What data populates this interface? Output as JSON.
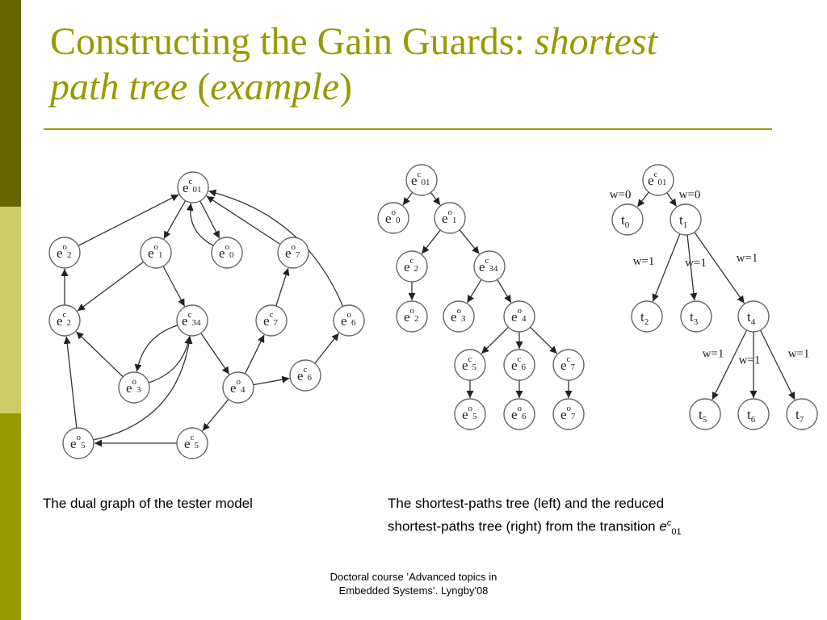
{
  "theme": {
    "accent": "#999900",
    "sidebar_colors": [
      "#666600",
      "#cccc66",
      "#999900"
    ]
  },
  "title": {
    "main": "Constructing the Gain Guards: ",
    "italic1": "shortest",
    "line2_italic": "path tree",
    "paren_open": " (",
    "italic2": "example",
    "paren_close": ")"
  },
  "captions": {
    "left": "The dual graph of the tester model",
    "right_line1": "The shortest-paths tree (left) and the reduced",
    "right_line2_prefix": "shortest-paths tree (right) from the transition ",
    "right_symbol": "e",
    "right_sup": "c",
    "right_sub": "01"
  },
  "footer": {
    "line1": "Doctoral course ’Advanced topics in",
    "line2": "Embedded Systems’. Lyngby'08"
  },
  "graphs": {
    "dual_graph": {
      "nodes": [
        {
          "id": "ec01",
          "base": "e",
          "sup": "c",
          "sub": "01"
        },
        {
          "id": "eo2",
          "base": "e",
          "sup": "o",
          "sub": "2"
        },
        {
          "id": "eo1",
          "base": "e",
          "sup": "o",
          "sub": "1"
        },
        {
          "id": "eo0",
          "base": "e",
          "sup": "o",
          "sub": "0"
        },
        {
          "id": "eo7",
          "base": "e",
          "sup": "o",
          "sub": "7"
        },
        {
          "id": "ec2",
          "base": "e",
          "sup": "c",
          "sub": "2"
        },
        {
          "id": "ec34",
          "base": "e",
          "sup": "c",
          "sub": "34"
        },
        {
          "id": "ec7",
          "base": "e",
          "sup": "c",
          "sub": "7"
        },
        {
          "id": "eo6",
          "base": "e",
          "sup": "o",
          "sub": "6"
        },
        {
          "id": "eo3",
          "base": "e",
          "sup": "o",
          "sub": "3"
        },
        {
          "id": "eo4",
          "base": "e",
          "sup": "o",
          "sub": "4"
        },
        {
          "id": "ec6",
          "base": "e",
          "sup": "c",
          "sub": "6"
        },
        {
          "id": "eo5",
          "base": "e",
          "sup": "o",
          "sub": "5"
        },
        {
          "id": "ec5",
          "base": "e",
          "sup": "c",
          "sub": "5"
        }
      ],
      "edges": [
        [
          "eo2",
          "ec01"
        ],
        [
          "ec01",
          "eo1"
        ],
        [
          "ec01",
          "eo0"
        ],
        [
          "eo0",
          "ec01"
        ],
        [
          "eo7",
          "ec01"
        ],
        [
          "eo6",
          "ec01"
        ],
        [
          "ec2",
          "eo2"
        ],
        [
          "eo1",
          "ec2"
        ],
        [
          "eo1",
          "ec34"
        ],
        [
          "eo3",
          "ec2"
        ],
        [
          "eo3",
          "ec34"
        ],
        [
          "ec34",
          "eo3"
        ],
        [
          "ec34",
          "eo4"
        ],
        [
          "eo5",
          "ec34"
        ],
        [
          "eo5",
          "ec2"
        ],
        [
          "eo4",
          "ec7"
        ],
        [
          "ec7",
          "eo7"
        ],
        [
          "eo4",
          "ec6"
        ],
        [
          "ec6",
          "eo6"
        ],
        [
          "eo4",
          "ec5"
        ],
        [
          "ec5",
          "eo5"
        ]
      ]
    },
    "shortest_paths_tree": {
      "nodes": [
        {
          "id": "ec01",
          "base": "e",
          "sup": "c",
          "sub": "01"
        },
        {
          "id": "eo0",
          "base": "e",
          "sup": "o",
          "sub": "0"
        },
        {
          "id": "eo1",
          "base": "e",
          "sup": "o",
          "sub": "1"
        },
        {
          "id": "ec2",
          "base": "e",
          "sup": "c",
          "sub": "2"
        },
        {
          "id": "ec34",
          "base": "e",
          "sup": "c",
          "sub": "34"
        },
        {
          "id": "eo2",
          "base": "e",
          "sup": "o",
          "sub": "2"
        },
        {
          "id": "eo3",
          "base": "e",
          "sup": "o",
          "sub": "3"
        },
        {
          "id": "eo4",
          "base": "e",
          "sup": "o",
          "sub": "4"
        },
        {
          "id": "ec5",
          "base": "e",
          "sup": "c",
          "sub": "5"
        },
        {
          "id": "ec6",
          "base": "e",
          "sup": "c",
          "sub": "6"
        },
        {
          "id": "ec7",
          "base": "e",
          "sup": "c",
          "sub": "7"
        },
        {
          "id": "eo5",
          "base": "e",
          "sup": "o",
          "sub": "5"
        },
        {
          "id": "eo6",
          "base": "e",
          "sup": "o",
          "sub": "6"
        },
        {
          "id": "eo7",
          "base": "e",
          "sup": "o",
          "sub": "7"
        }
      ],
      "edges": [
        [
          "ec01",
          "eo0"
        ],
        [
          "ec01",
          "eo1"
        ],
        [
          "eo1",
          "ec2"
        ],
        [
          "eo1",
          "ec34"
        ],
        [
          "ec2",
          "eo2"
        ],
        [
          "ec34",
          "eo3"
        ],
        [
          "ec34",
          "eo4"
        ],
        [
          "eo4",
          "ec5"
        ],
        [
          "eo4",
          "ec6"
        ],
        [
          "eo4",
          "ec7"
        ],
        [
          "ec5",
          "eo5"
        ],
        [
          "ec6",
          "eo6"
        ],
        [
          "ec7",
          "eo7"
        ]
      ]
    },
    "reduced_tree": {
      "nodes": [
        {
          "id": "ec01",
          "base": "e",
          "sup": "c",
          "sub": "01"
        },
        {
          "id": "t0",
          "base": "t",
          "sup": "",
          "sub": "0"
        },
        {
          "id": "t1",
          "base": "t",
          "sup": "",
          "sub": "1"
        },
        {
          "id": "t2",
          "base": "t",
          "sup": "",
          "sub": "2"
        },
        {
          "id": "t3",
          "base": "t",
          "sup": "",
          "sub": "3"
        },
        {
          "id": "t4",
          "base": "t",
          "sup": "",
          "sub": "4"
        },
        {
          "id": "t5",
          "base": "t",
          "sup": "",
          "sub": "5"
        },
        {
          "id": "t6",
          "base": "t",
          "sup": "",
          "sub": "6"
        },
        {
          "id": "t7",
          "base": "t",
          "sup": "",
          "sub": "7"
        }
      ],
      "edges": [
        {
          "from": "ec01",
          "to": "t0",
          "label": "w=0"
        },
        {
          "from": "ec01",
          "to": "t1",
          "label": "w=0"
        },
        {
          "from": "t1",
          "to": "t2",
          "label": "w=1"
        },
        {
          "from": "t1",
          "to": "t3",
          "label": "w=1"
        },
        {
          "from": "t1",
          "to": "t4",
          "label": "w=1"
        },
        {
          "from": "t4",
          "to": "t5",
          "label": "w=1"
        },
        {
          "from": "t4",
          "to": "t6",
          "label": "w=1"
        },
        {
          "from": "t4",
          "to": "t7",
          "label": "w=1"
        }
      ]
    }
  }
}
